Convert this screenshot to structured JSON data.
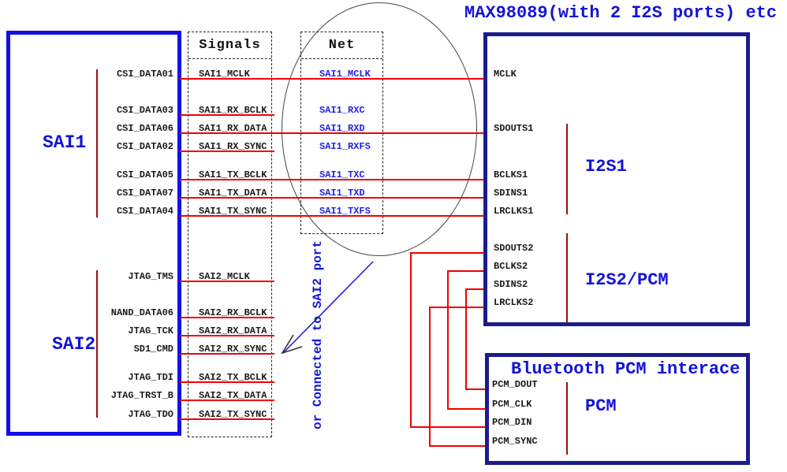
{
  "colors": {
    "left_box_border": "#1111e6",
    "right_box_border": "#1c1c8c",
    "wire_red": "#f40000",
    "bus_dark_red": "#991111",
    "blue_text": "#1313d6",
    "net_blue_text": "#2323e0",
    "black_text": "#1a1a1a"
  },
  "codec_title": "MAX98089(with 2 I2S ports) etc",
  "left_module": {
    "sai1_label": "SAI1",
    "sai2_label": "SAI2",
    "sai1_pins": [
      "CSI_DATA01",
      "CSI_DATA03",
      "CSI_DATA06",
      "CSI_DATA02",
      "CSI_DATA05",
      "CSI_DATA07",
      "CSI_DATA04"
    ],
    "sai2_pins": [
      "JTAG_TMS",
      "NAND_DATA06",
      "JTAG_TCK",
      "SD1_CMD",
      "JTAG_TDI",
      "JTAG_TRST_B",
      "JTAG_TDO"
    ]
  },
  "signals_column": {
    "header": "Signals",
    "sai1": [
      "SAI1_MCLK",
      "SAI1_RX_BCLK",
      "SAI1_RX_DATA",
      "SAI1_RX_SYNC",
      "SAI1_TX_BCLK",
      "SAI1_TX_DATA",
      "SAI1_TX_SYNC"
    ],
    "sai2": [
      "SAI2_MCLK",
      "SAI2_RX_BCLK",
      "SAI2_RX_DATA",
      "SAI2_RX_SYNC",
      "SAI2_TX_BCLK",
      "SAI2_TX_DATA",
      "SAI2_TX_SYNC"
    ]
  },
  "net_column": {
    "header": "Net",
    "items": [
      "SAI1_MCLK",
      "SAI1_RXC",
      "SAI1_RXD",
      "SAI1_RXFS",
      "SAI1_TXC",
      "SAI1_TXD",
      "SAI1_TXFS"
    ]
  },
  "codec": {
    "i2s1_label": "I2S1",
    "i2s2_label": "I2S2/PCM",
    "pins_i2s1": [
      "MCLK",
      "SDOUTS1",
      "BCLKS1",
      "SDINS1",
      "LRCLKS1"
    ],
    "pins_i2s2": [
      "SDOUTS2",
      "BCLKS2",
      "SDINS2",
      "LRCLKS2"
    ]
  },
  "bluetooth": {
    "title": "Bluetooth PCM interace",
    "label": "PCM",
    "pins": [
      "PCM_DOUT",
      "PCM_CLK",
      "PCM_DIN",
      "PCM_SYNC"
    ]
  },
  "annotation": "or Connected to SAI2 port"
}
